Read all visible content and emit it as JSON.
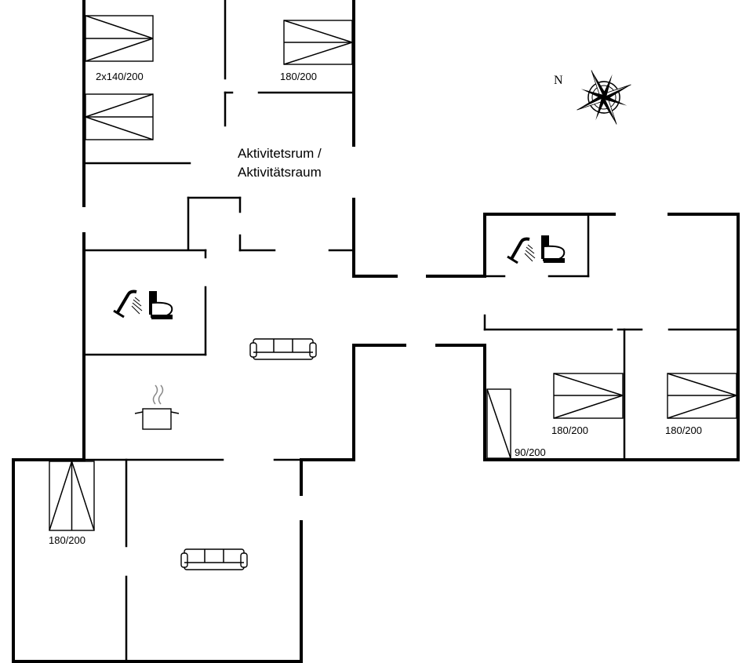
{
  "labels": {
    "bed_top_left": "2x140/200",
    "bed_top_right": "180/200",
    "room_line1": "Aktivitetsrum /",
    "room_line2": "Aktivitätsraum",
    "bed_right_1": "180/200",
    "bed_right_2": "180/200",
    "bed_right_small": "90/200",
    "bed_bottom_left": "180/200",
    "north": "N"
  },
  "icons": {
    "compass": "compass-rose-icon",
    "shower": "shower-icon",
    "toilet": "toilet-icon",
    "sofa": "sofa-icon",
    "stove": "cooking-pot-icon",
    "bed": "bed-icon"
  },
  "colors": {
    "line": "#000000",
    "background": "#ffffff"
  }
}
